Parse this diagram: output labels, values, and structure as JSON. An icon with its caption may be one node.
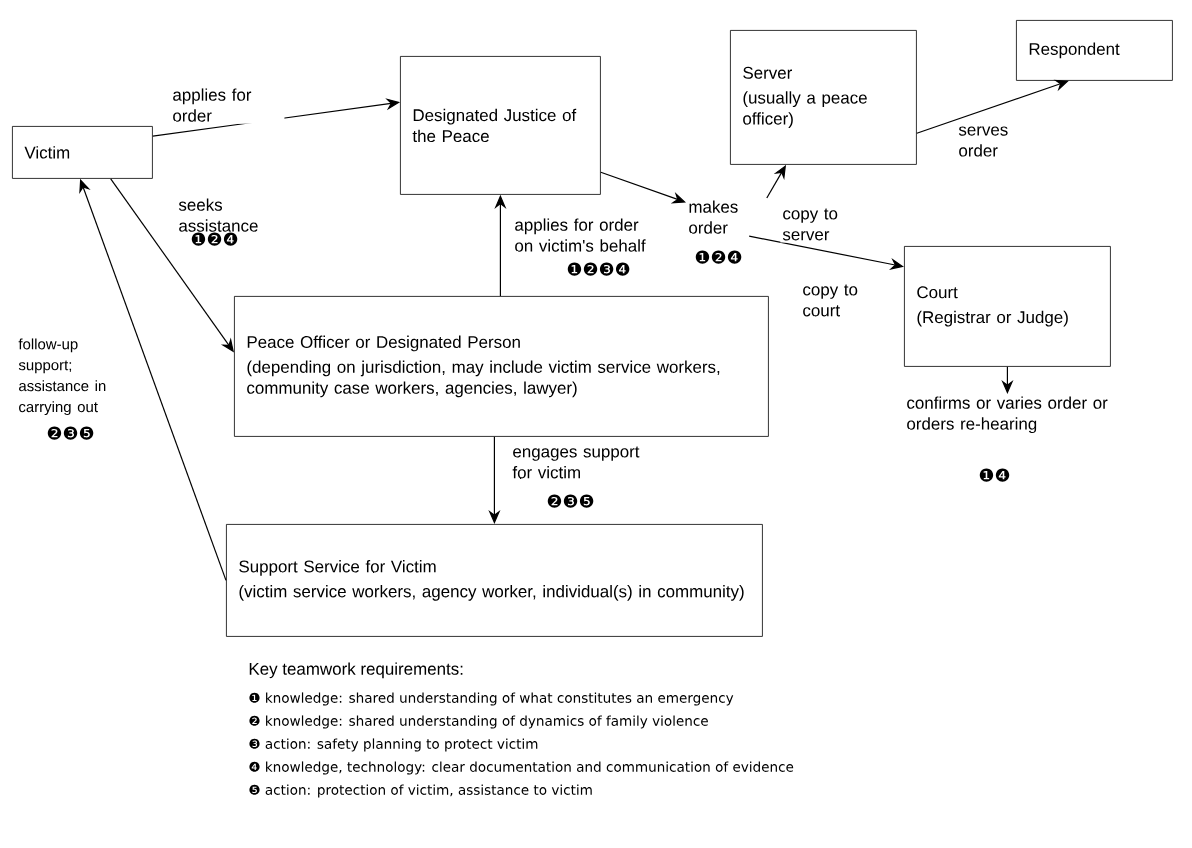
{
  "diagram": {
    "nodes": [
      {
        "text": [
          "Victim"
        ]
      },
      {
        "text": [
          "Designated Justice of the Peace"
        ]
      },
      {
        "text": [
          "Server",
          "(usually a peace officer)"
        ]
      },
      {
        "text": [
          "Respondent"
        ]
      },
      {
        "text": [
          "Court",
          "(Registrar or Judge)"
        ]
      },
      {
        "text": [
          "Peace Officer or Designated Person",
          "(depending on jurisdiction, may include victim service workers, community case workers, agencies, lawyer)"
        ]
      },
      {
        "text": [
          "Support Service for Victim",
          "(victim service workers, agency worker, individual(s) in community)"
        ]
      },
      {
        "text": [
          "makes order"
        ],
        "beside": [
          "❶❷❹"
        ]
      },
      {
        "text": [
          "confirms or varies order or orders re-hearing"
        ],
        "beside": [
          "❶❹"
        ]
      }
    ],
    "edges": [
      {
        "from": 0,
        "to": 1,
        "arrow": "to",
        "label": "applies for order"
      },
      {
        "from": 0,
        "to": 5,
        "arrow": "to",
        "label": "seeks assistance"
      },
      {
        "from": 5,
        "to": 1,
        "arrow": "to",
        "label": "applies for order on victim's behalf"
      },
      {
        "from": 1,
        "to": 7,
        "arrow": "to"
      },
      {
        "from": 7,
        "to": 2,
        "arrow": "to",
        "label": "copy to server"
      },
      {
        "from": 7,
        "to": 4,
        "arrow": "to",
        "label": "copy to court"
      },
      {
        "from": 2,
        "to": 3,
        "arrow": "to",
        "label": "serves order"
      },
      {
        "from": 4,
        "to": 8,
        "arrow": "to"
      },
      {
        "from": 5,
        "to": 6,
        "arrow": "to",
        "label": "engages support for victim"
      },
      {
        "from": 6,
        "to": 0,
        "arrow": "to",
        "label": "follow-up support; assistance in carrying out"
      }
    ],
    "labels": [
      "❶❷❹",
      "❶❷❸❹",
      "❷❸❺",
      "❷❸❺",
      "Key teamwork requirements:",
      "❶ knowledge: shared understanding of what constitutes an emergency",
      "❷ knowledge: shared understanding of dynamics of family violence",
      "❸ action: safety planning to protect victim",
      "❹ knowledge, technology: clear documentation and communication of evidence",
      "❺ action: protection of victim, assistance to victim"
    ]
  }
}
